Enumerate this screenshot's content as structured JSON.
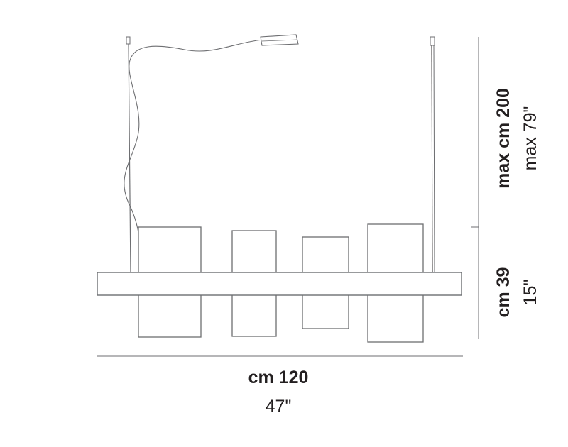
{
  "dimensions": {
    "width": {
      "metric": "cm 120",
      "imperial": "47\""
    },
    "height": {
      "metric": "cm 39",
      "imperial": "15\""
    },
    "suspension": {
      "metric": "max cm 200",
      "imperial": "max 79\""
    }
  },
  "colors": {
    "line": "#6d6e71",
    "text": "#231f20",
    "fill": "#ffffff",
    "accent_line": "#231f20"
  }
}
